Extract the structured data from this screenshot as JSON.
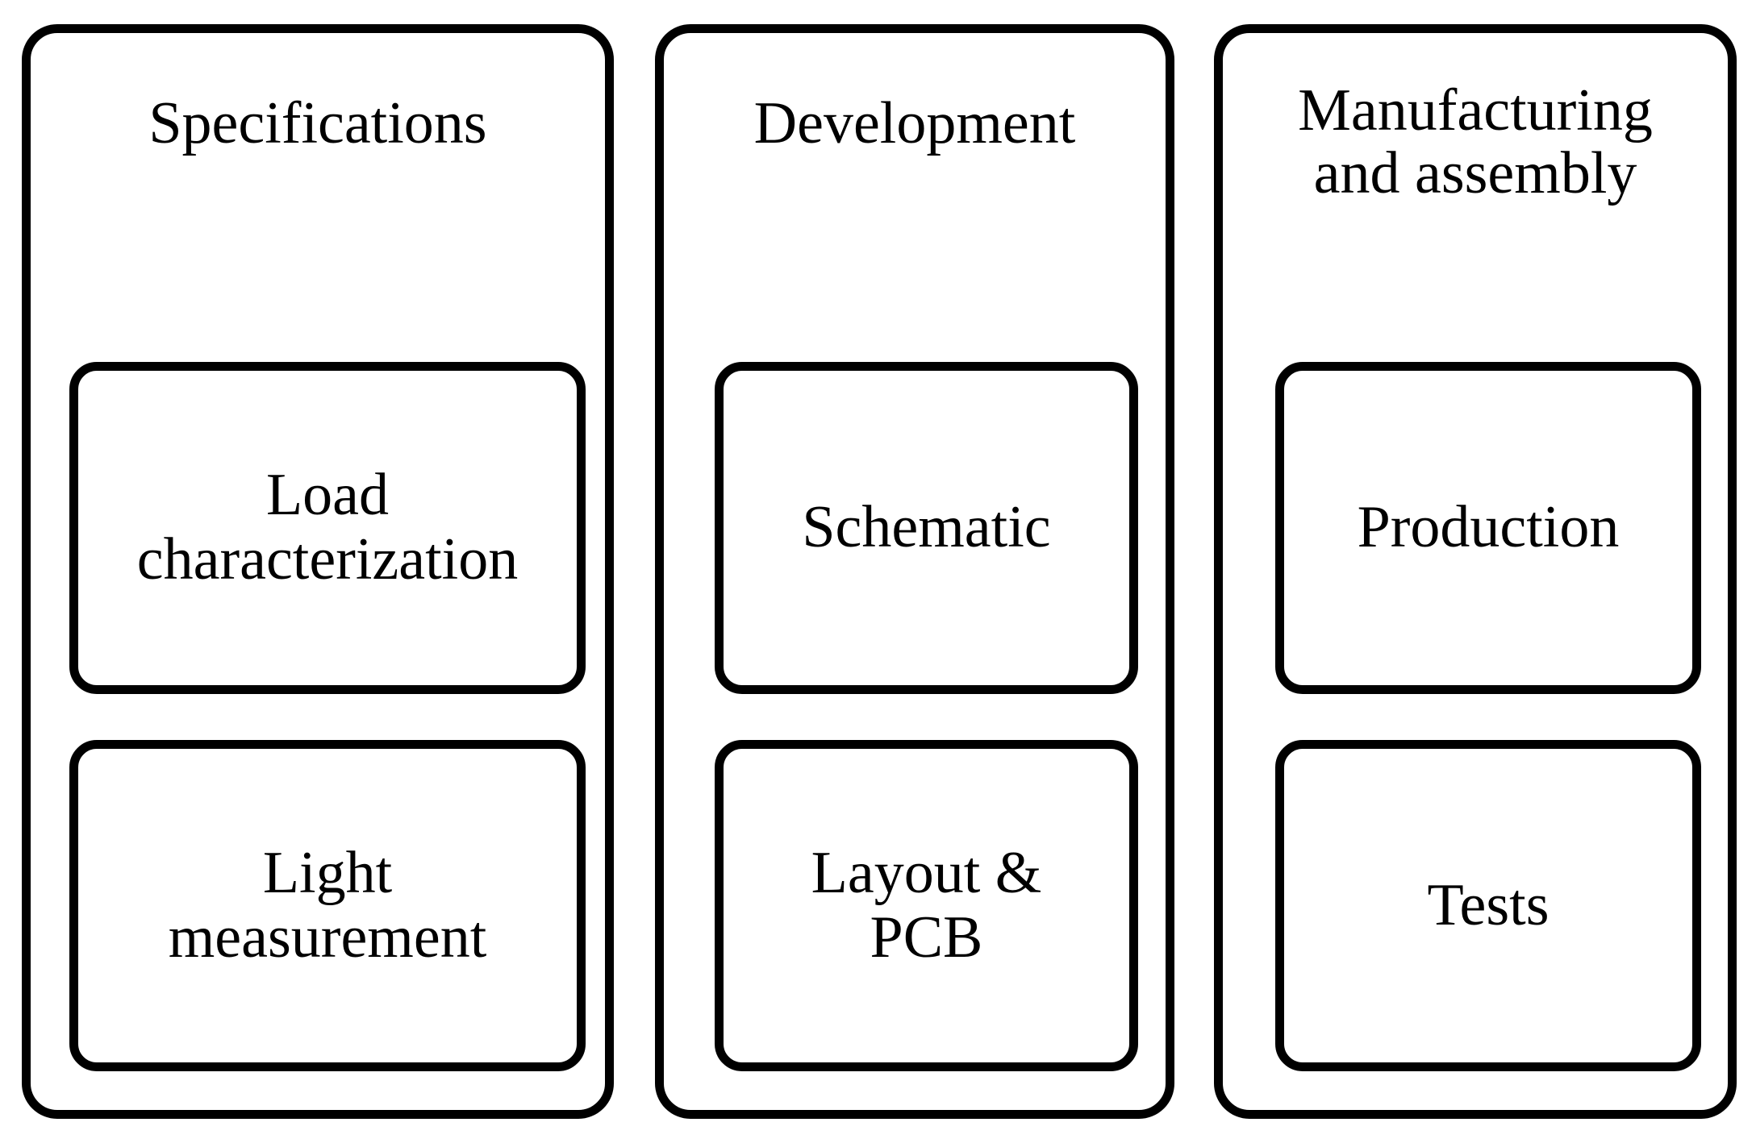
{
  "diagram": {
    "type": "process-phase-diagram",
    "orientation": "horizontal-three-column",
    "background_color": "#ffffff",
    "stroke_color": "#000000",
    "columns": [
      {
        "id": "specifications",
        "title": "Specifications",
        "steps": [
          {
            "id": "load-characterization",
            "label": "Load\ncharacterization"
          },
          {
            "id": "light-measurement",
            "label": "Light\nmeasurement"
          }
        ]
      },
      {
        "id": "development",
        "title": "Development",
        "steps": [
          {
            "id": "schematic",
            "label": "Schematic"
          },
          {
            "id": "layout-pcb",
            "label": "Layout &\nPCB"
          }
        ]
      },
      {
        "id": "manufacturing-and-assembly",
        "title": "Manufacturing\nand assembly",
        "steps": [
          {
            "id": "production",
            "label": "Production"
          },
          {
            "id": "tests",
            "label": "Tests"
          }
        ]
      }
    ]
  }
}
